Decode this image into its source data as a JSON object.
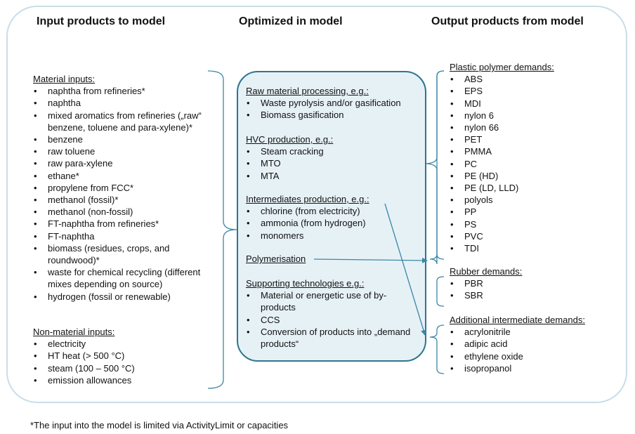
{
  "titles": {
    "input": "Input products to model",
    "optimized": "Optimized in model",
    "output": "Output products from model"
  },
  "material_inputs": {
    "header": "Material inputs:",
    "items": [
      "naphtha from refineries*",
      "naphtha",
      "mixed aromatics from refineries („raw“ benzene, toluene and para-xylene)*",
      "benzene",
      "raw toluene",
      "raw para-xylene",
      "ethane*",
      "propylene from FCC*",
      "methanol (fossil)*",
      "methanol (non-fossil)",
      "FT-naphtha from refineries*",
      "FT-naphtha",
      "biomass (residues, crops, and roundwood)*",
      "waste for chemical recycling (different mixes depending on source)",
      "hydrogen (fossil or renewable)"
    ]
  },
  "non_material_inputs": {
    "header": "Non-material inputs:",
    "items": [
      "electricity",
      "HT heat (> 500 °C)",
      "steam (100 – 500 °C)",
      "emission allowances"
    ]
  },
  "optimized": {
    "raw_material": {
      "header": "Raw material processing, e.g.:",
      "items": [
        "Waste pyrolysis and/or gasification",
        "Biomass gasification"
      ]
    },
    "hvc": {
      "header": "HVC production, e.g.:",
      "items": [
        "Steam cracking",
        "MTO",
        "MTA"
      ]
    },
    "intermediates": {
      "header": "Intermediates production, e.g.:",
      "items": [
        "chlorine (from electricity)",
        "ammonia (from hydrogen)",
        "monomers"
      ]
    },
    "polymerisation": {
      "header": "Polymerisation"
    },
    "supporting": {
      "header": "Supporting technologies e.g.:",
      "items": [
        "Material or energetic use of by-products",
        "CCS",
        "Conversion of products into „demand products“"
      ]
    }
  },
  "plastic_demands": {
    "header": "Plastic polymer demands:",
    "items": [
      "ABS",
      "EPS",
      "MDI",
      "nylon 6",
      "nylon 66",
      "PET",
      "PMMA",
      "PC",
      "PE (HD)",
      "PE (LD, LLD)",
      "polyols",
      "PP",
      "PS",
      "PVC",
      "TDI"
    ]
  },
  "rubber_demands": {
    "header": "Rubber demands:",
    "items": [
      "PBR",
      "SBR"
    ]
  },
  "additional_demands": {
    "header": "Additional intermediate demands:",
    "items": [
      "acrylonitrile",
      "adipic acid",
      "ethylene oxide",
      "isopropanol"
    ]
  },
  "footnote": "*The input into the model is limited via ActivityLimit or capacities",
  "colors": {
    "frame": "#c9dde8",
    "box_border": "#2d7590",
    "box_fill": "#e6f1f6",
    "arrow": "#3a87a6"
  }
}
